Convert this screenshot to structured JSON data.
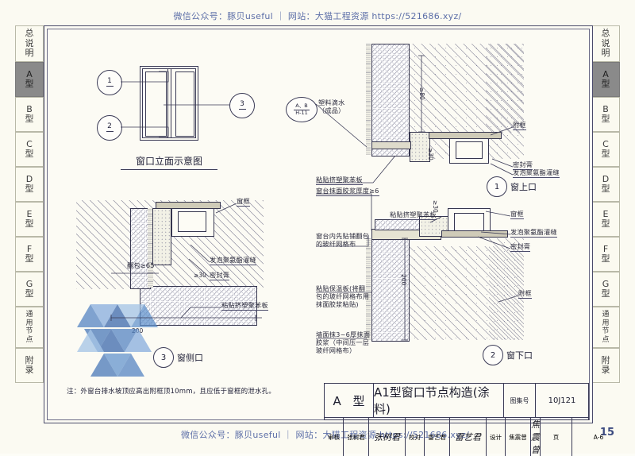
{
  "watermark": {
    "text": "微信公众号：豚贝useful ｜ 网站：大猫工程资源 https://521686.xyz/",
    "page_number": "15",
    "color": "#5d6fa8"
  },
  "tabs": [
    {
      "label": "总说明",
      "chars": [
        "总",
        "说",
        "明"
      ],
      "active": false,
      "height": 46
    },
    {
      "label": "A型",
      "chars": [
        "A",
        "型"
      ],
      "active": true,
      "height": 44
    },
    {
      "label": "B型",
      "chars": [
        "B",
        "型"
      ],
      "active": false,
      "height": 44
    },
    {
      "label": "C型",
      "chars": [
        "C",
        "型"
      ],
      "active": false,
      "height": 44
    },
    {
      "label": "D型",
      "chars": [
        "D",
        "型"
      ],
      "active": false,
      "height": 44
    },
    {
      "label": "E型",
      "chars": [
        "E",
        "型"
      ],
      "active": false,
      "height": 44
    },
    {
      "label": "F型",
      "chars": [
        "F",
        "型"
      ],
      "active": false,
      "height": 44
    },
    {
      "label": "G型",
      "chars": [
        "G",
        "型"
      ],
      "active": false,
      "height": 44
    },
    {
      "label": "通用节点",
      "chars": [
        "通",
        "用",
        "节",
        "点"
      ],
      "active": false,
      "height": 52
    },
    {
      "label": "附录",
      "chars": [
        "附",
        "录"
      ],
      "active": false,
      "height": 44
    }
  ],
  "elevation": {
    "caption": "窗口立面示意图",
    "callouts": [
      "1",
      "2",
      "3"
    ]
  },
  "details": {
    "d1": {
      "number": "1",
      "title": "窗上口"
    },
    "d2": {
      "number": "2",
      "title": "窗下口"
    },
    "d3": {
      "number": "3",
      "title": "窗侧口"
    }
  },
  "annotations": {
    "drip_ref_top": "A、B",
    "drip_ref_bot": "H-11",
    "drip_label": "塑料滴水\n（成品）",
    "xps_board_1": "粘贴挤塑聚苯板",
    "sill_mortar": "窗台抹面胶浆厚度≥6",
    "sill_mesh": "窗台内先贴铺翻包\n的玻纤网格布",
    "xps_board_2": "粘贴挤塑聚苯板",
    "insul_paste": "粘贴保温板(将翻\n包的玻纤网格布用\n抹面胶浆粘贴)",
    "wall_mortar": "墙面抹3~6厚抹面\n胶浆（中间压一层\n玻纤网格布）",
    "xps_board_3": "粘贴挤塑聚苯板",
    "sub_frame_1": "附框",
    "sealant_1": "密封膏",
    "pu_foam_1": "发泡聚氨酯灌缝",
    "window_frame_r": "窗框",
    "pu_foam_2": "发泡聚氨酯灌缝",
    "sealant_2": "密封膏",
    "sub_frame_2": "附框",
    "window_frame_l": "窗框",
    "pu_foam_3": "发泡聚氨酯灌缝",
    "sealant_3": "密封膏",
    "wrap_dim": "翻包≥65"
  },
  "dimensions": {
    "ge30_a": "≥30",
    "ge30_b": "≥30",
    "ge80": "≥80",
    "d200_a": "200",
    "d200_b": "200"
  },
  "note": "注：外窗台排水坡顶应高出附框顶10mm，且应低于窗框的泄水孔。",
  "title_block": {
    "type": "A 型",
    "drawing_name": "A1型窗口节点构造(涂料)",
    "atlas_key": "图集号",
    "atlas_value": "10J121",
    "page_key": "页",
    "page_value": "A-6",
    "review_key": "审核",
    "review_name": "张树君",
    "review_sign": "张树君",
    "check_key": "校对",
    "check_name": "雷艺君",
    "check_sign": "雷艺君",
    "design_key": "设计",
    "design_name": "焦震曾",
    "design_sign": "焦震曾"
  }
}
